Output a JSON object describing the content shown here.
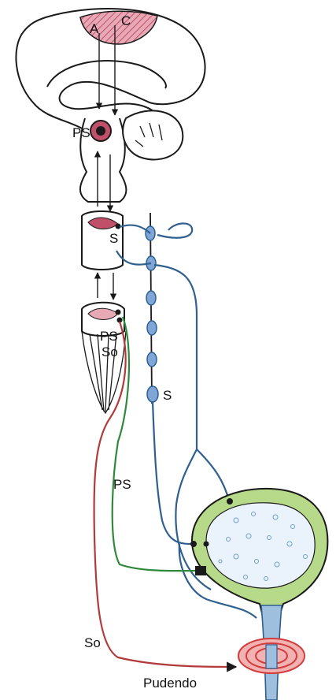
{
  "labels": {
    "a": "A",
    "c": "C",
    "ps_brainstem": "PS",
    "s_thoracolumbar": "S",
    "ps_sacral": "PS",
    "so_sacral": "So",
    "s_chain": "S",
    "ps_pelvic_nerve": "PS",
    "so_nerve": "So",
    "pudendo": "Pudendo"
  },
  "colors": {
    "outline": "#1a1a1a",
    "cortex_hatch": "#c0506a",
    "sympathetic": "#2f5f8f",
    "ganglion_fill": "#7fa6d6",
    "parasympathetic": "#2e8a3a",
    "somatic": "#b23a3a",
    "bladder_wall": "#b7d98a",
    "bladder_lumen": "#eaf3fb",
    "sphincter": "#d23c3c"
  }
}
